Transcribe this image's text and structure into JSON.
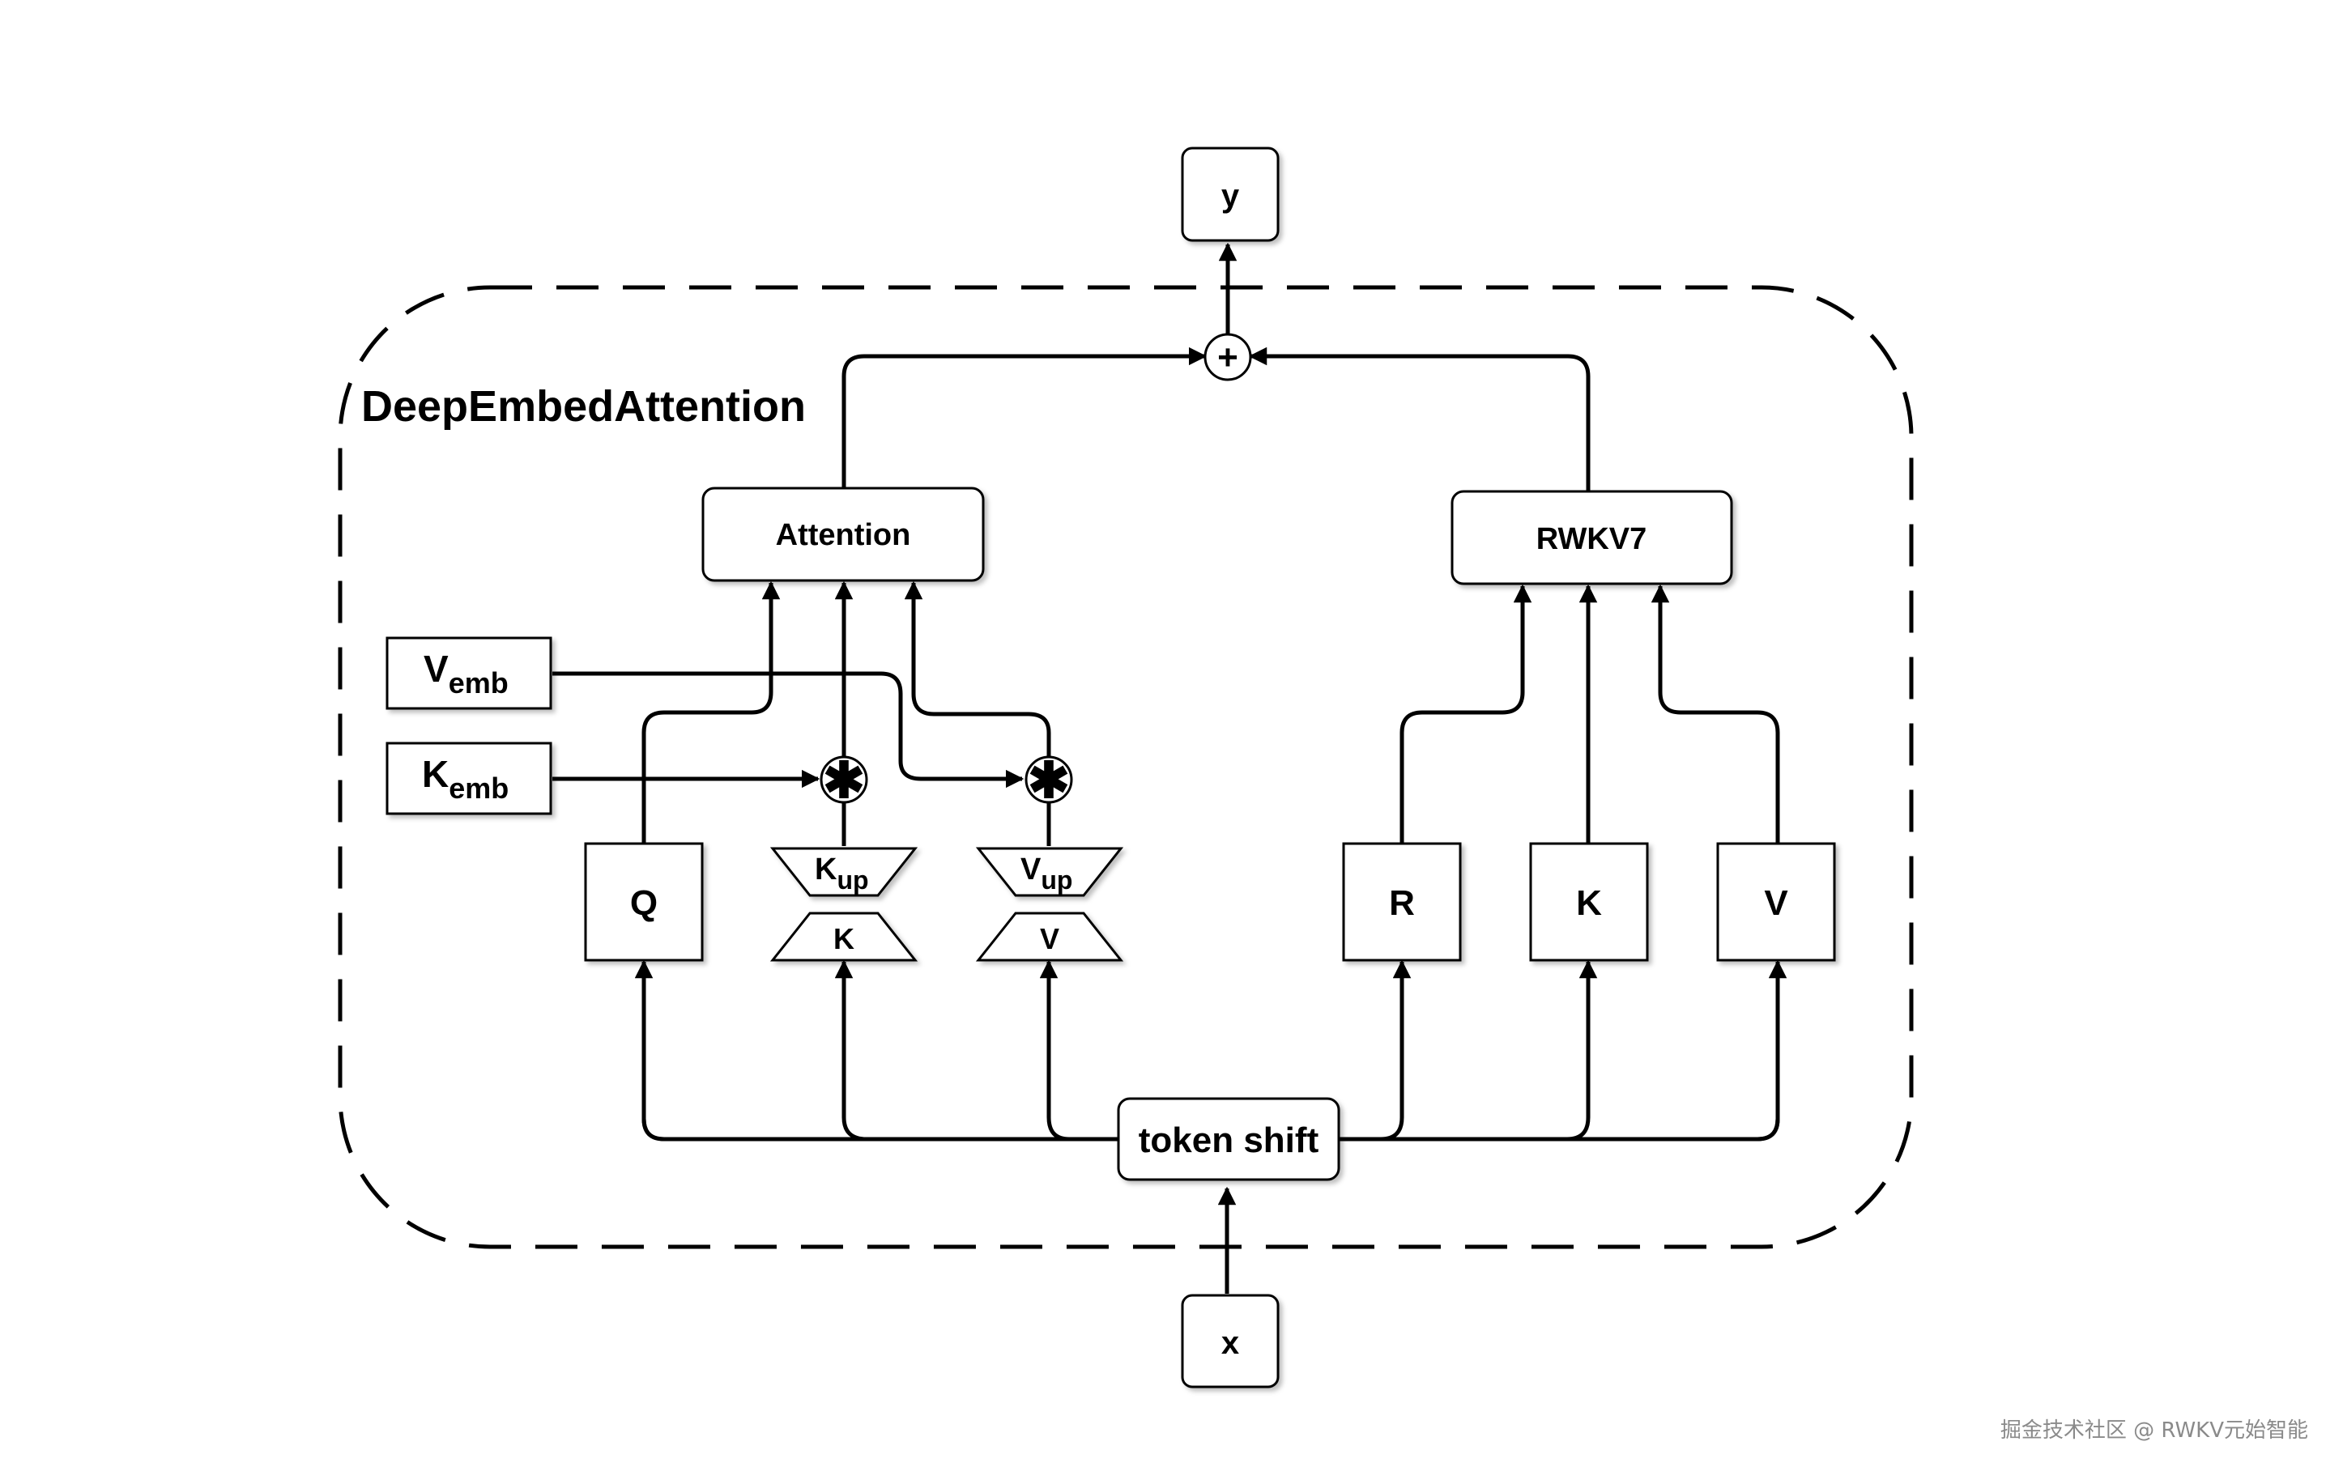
{
  "container": {
    "title": "DeepEmbedAttention"
  },
  "nodes": {
    "output": "y",
    "input": "x",
    "token_shift": "token shift",
    "attention": "Attention",
    "rwkv7": "RWKV7",
    "q": "Q",
    "r": "R",
    "k": "K",
    "v": "V",
    "k_down": "K",
    "v_down": "V",
    "k_up": {
      "base": "K",
      "sub": "up"
    },
    "v_up": {
      "base": "V",
      "sub": "up"
    },
    "k_emb": {
      "base": "K",
      "sub": "emb"
    },
    "v_emb": {
      "base": "V",
      "sub": "emb"
    }
  },
  "operators": {
    "sum": "+",
    "mul_k": "✱",
    "mul_v": "✱"
  },
  "watermark": "掘金技术社区 @ RWKV元始智能"
}
